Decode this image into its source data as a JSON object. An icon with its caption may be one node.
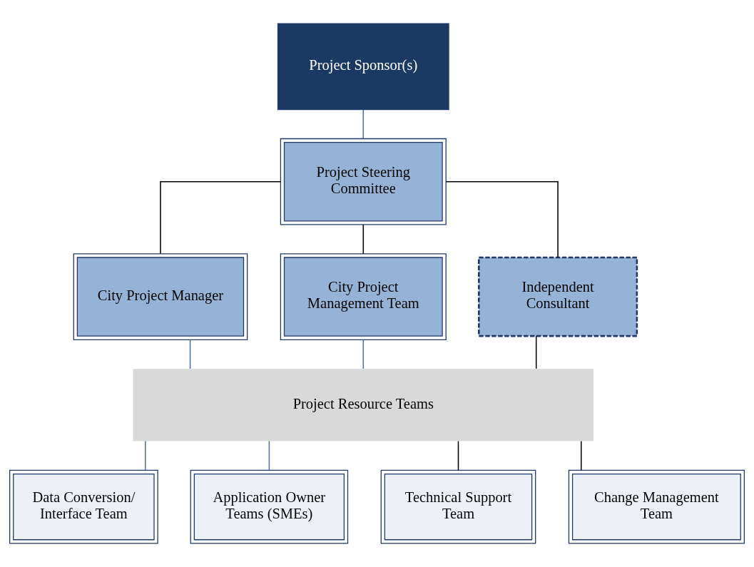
{
  "diagram": {
    "nodes": [
      {
        "text": [
          "Project Sponsor(s)"
        ]
      },
      {
        "text": [
          "Project Steering Committee"
        ]
      },
      {
        "text": [
          "City Project Manager"
        ]
      },
      {
        "text": [
          "City Project Management Team"
        ]
      },
      {
        "text": [
          "Independent Consultant"
        ]
      },
      {
        "text": [
          "Project Resource Teams"
        ]
      },
      {
        "text": [
          "Data Conversion/ Interface Team"
        ]
      },
      {
        "text": [
          "Application Owner Teams (SMEs)"
        ]
      },
      {
        "text": [
          "Technical Support Team"
        ]
      },
      {
        "text": [
          "Change Management Team"
        ]
      }
    ],
    "edges": [
      {
        "from": 0,
        "to": 1,
        "arrow": "none",
        "color": "#4f6fa0"
      },
      {
        "from": 1,
        "to": 2,
        "arrow": "none"
      },
      {
        "from": 1,
        "to": 3,
        "arrow": "none"
      },
      {
        "from": 1,
        "to": 4,
        "arrow": "none"
      },
      {
        "from": 2,
        "to": 5,
        "arrow": "none",
        "color": "#4f6fa0"
      },
      {
        "from": 3,
        "to": 5,
        "arrow": "none",
        "color": "#4f6fa0"
      },
      {
        "from": 4,
        "to": 5,
        "arrow": "none"
      },
      {
        "from": 5,
        "to": 6,
        "arrow": "none",
        "color": "#4f6fa0"
      },
      {
        "from": 5,
        "to": 7,
        "arrow": "none",
        "color": "#4f6fa0"
      },
      {
        "from": 5,
        "to": 8,
        "arrow": "none"
      },
      {
        "from": 5,
        "to": 9,
        "arrow": "none"
      }
    ]
  }
}
